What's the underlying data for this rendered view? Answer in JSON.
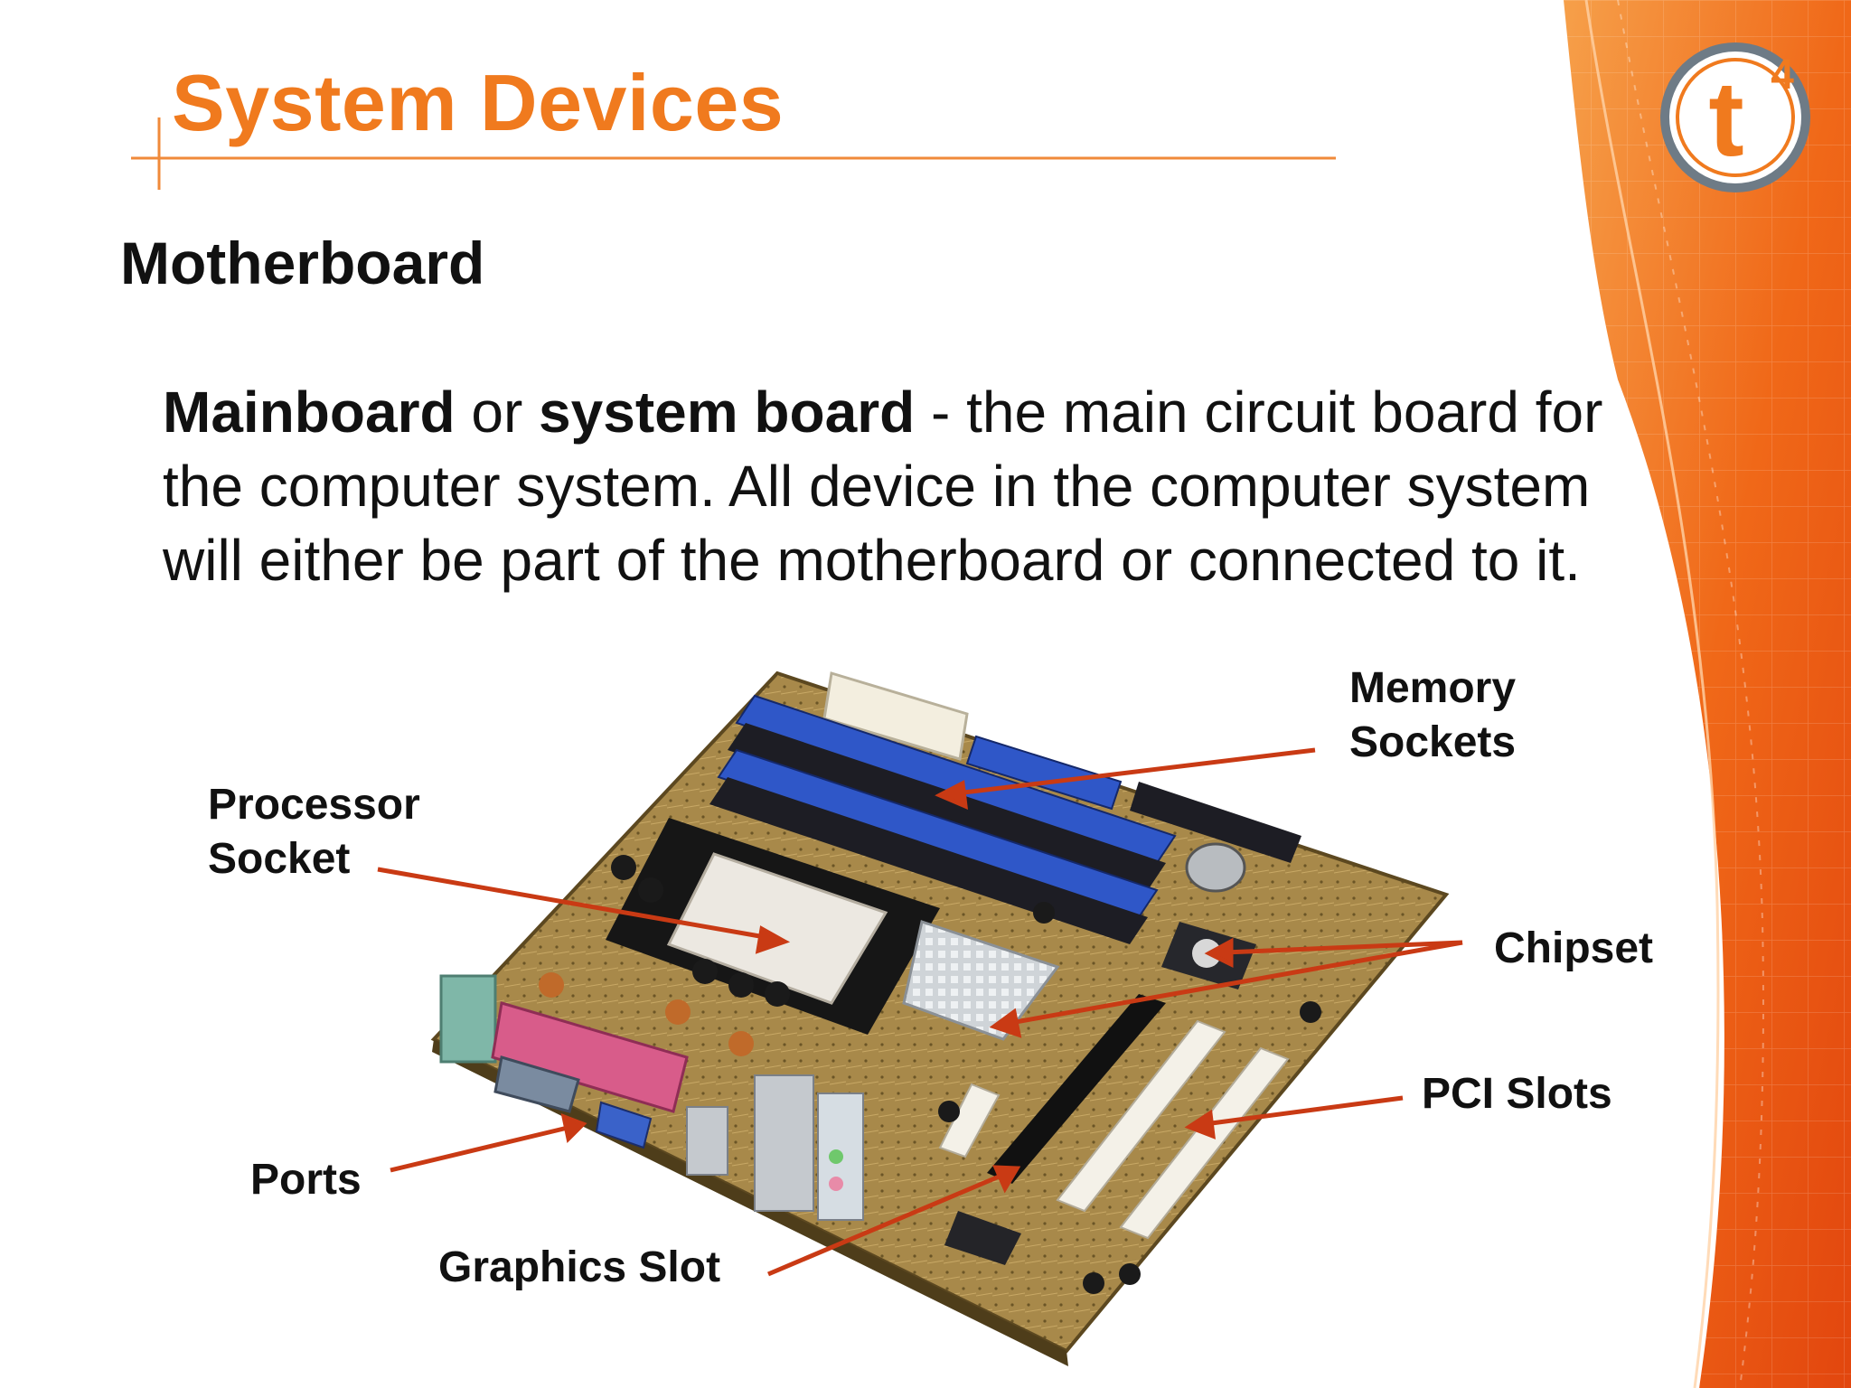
{
  "slide": {
    "title": "System Devices",
    "subtitle": "Motherboard",
    "body": {
      "term1": "Mainboard",
      "connector": " or ",
      "term2": "system board",
      "definition": "  -  the main circuit board for the computer system.   All device in the computer system will either be part of the motherboard or connected to it."
    },
    "logo": {
      "letter": "t",
      "superscript": "4",
      "icon": "t4-logo-icon"
    }
  },
  "labels": {
    "memory_line1": "Memory",
    "memory_line2": "Sockets",
    "processor_line1": "Processor",
    "processor_line2": "Socket",
    "chipset": "Chipset",
    "pci": "PCI Slots",
    "ports": "Ports",
    "graphics": "Graphics Slot"
  },
  "colors": {
    "title": "#f07a1e",
    "accent_line": "#f08a3a",
    "arrow": "#c93a14",
    "background_art": "#f26a14"
  }
}
